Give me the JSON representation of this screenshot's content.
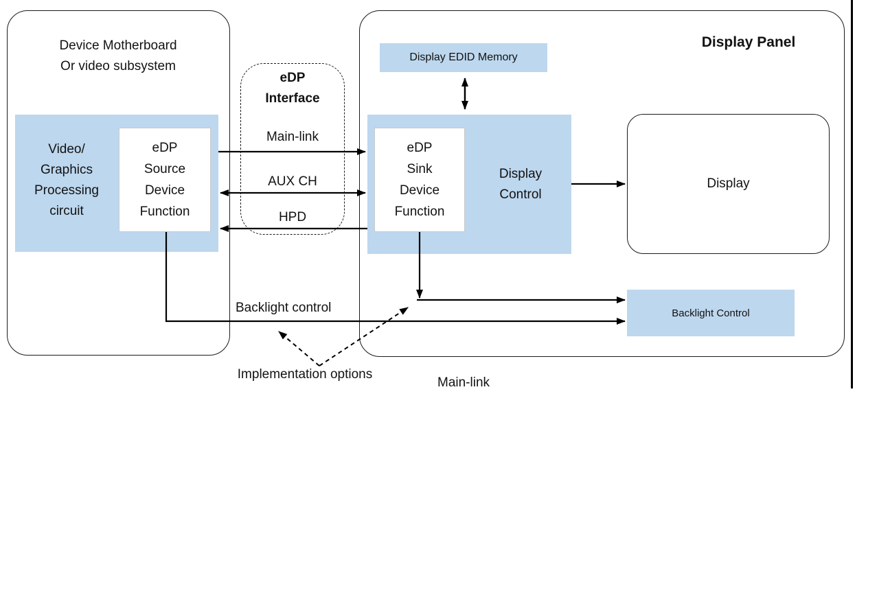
{
  "diagram": {
    "source_section": {
      "title": "Device Motherboard\nOr video subsystem",
      "processing_block": "Video/\nGraphics\nProcessing\ncircuit",
      "source_function_block": "eDP\nSource\nDevice\nFunction"
    },
    "interface": {
      "title": "eDP\nInterface",
      "main_link_label": "Main-link",
      "aux_ch_label": "AUX CH",
      "hpd_label": "HPD"
    },
    "panel_section": {
      "title": "Display Panel",
      "edid_memory_label": "Display EDID Memory",
      "sink_function_block": "eDP\nSink\nDevice\nFunction",
      "display_control_label": "Display\nControl",
      "display_label": "Display",
      "backlight_control_box_label": "Backlight Control"
    },
    "annotations": {
      "backlight_control_line_label": "Backlight control",
      "implementation_options_label": "Implementation options",
      "main_link_bottom_label": "Main-link"
    },
    "colors": {
      "block_fill": "#BDD7EE",
      "line": "#000000"
    }
  }
}
